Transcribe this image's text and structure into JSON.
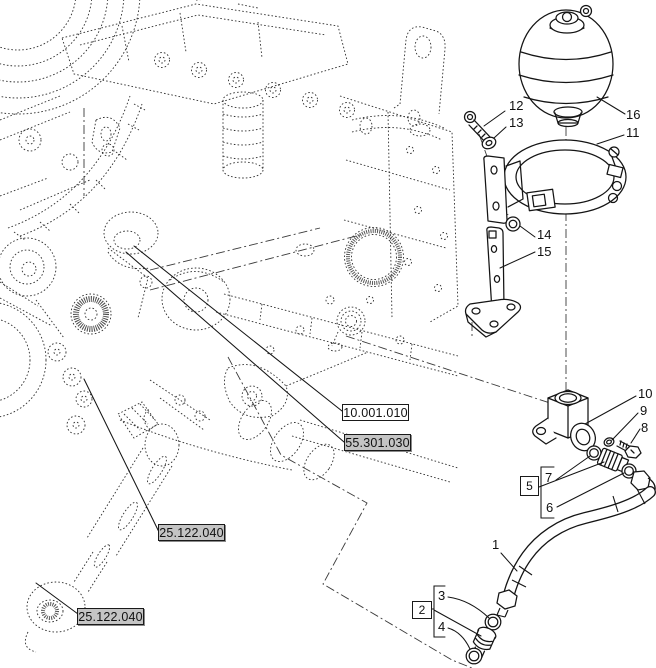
{
  "figure": {
    "background_color": "#ffffff",
    "line_color": "#141414",
    "reference_box_gray": "#c4c4c4",
    "reference_box_white": "#ffffff"
  },
  "callouts": {
    "c1": "1",
    "c2": "2",
    "c3": "3",
    "c4": "4",
    "c5": "5",
    "c6": "6",
    "c7": "7",
    "c8": "8",
    "c9": "9",
    "c10": "10",
    "c11": "11",
    "c12": "12",
    "c13": "13",
    "c14": "14",
    "c15": "15",
    "c16": "16"
  },
  "reference_labels": {
    "r1": "10.001.010",
    "r2": "55.301.030",
    "r3": "25.122.040",
    "r4": "25.122.040"
  }
}
